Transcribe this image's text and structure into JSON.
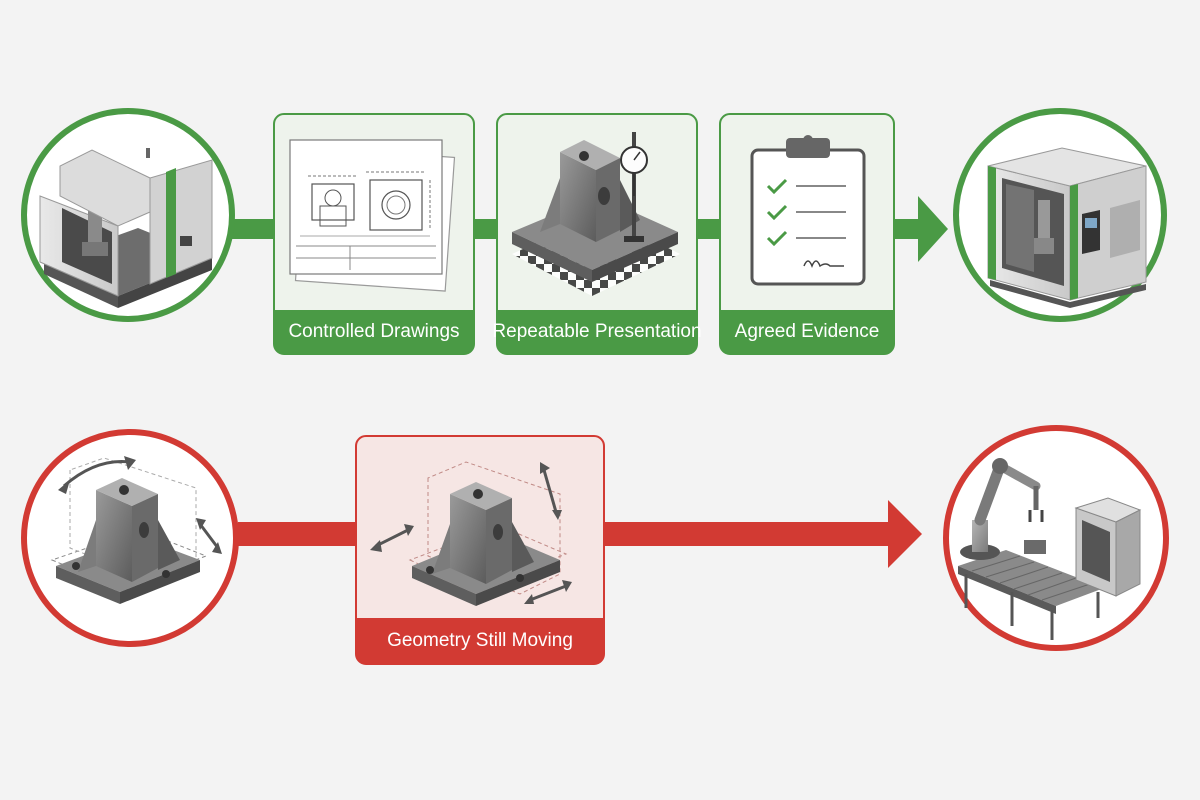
{
  "colors": {
    "green": "#4a9a45",
    "green_dark": "#3d8a38",
    "green_card_bg": "#eef3ec",
    "red": "#d23a33",
    "red_card_bg": "#f6e6e4",
    "background": "#f3f3f3"
  },
  "top_row": {
    "start_icon": "cnc-machine-icon",
    "steps": [
      {
        "label": "Controlled Drawings",
        "icon": "technical-drawing-icon"
      },
      {
        "label": "Repeatable Presentation",
        "icon": "fixture-dial-indicator-icon"
      },
      {
        "label": "Agreed Evidence",
        "icon": "clipboard-checklist-icon"
      }
    ],
    "end_icon": "enclosed-machining-center-icon"
  },
  "bottom_row": {
    "start_icon": "shifting-bracket-icon",
    "steps": [
      {
        "label": "Geometry Still Moving",
        "icon": "moving-geometry-bracket-icon"
      }
    ],
    "end_icon": "robotic-production-line-icon"
  }
}
